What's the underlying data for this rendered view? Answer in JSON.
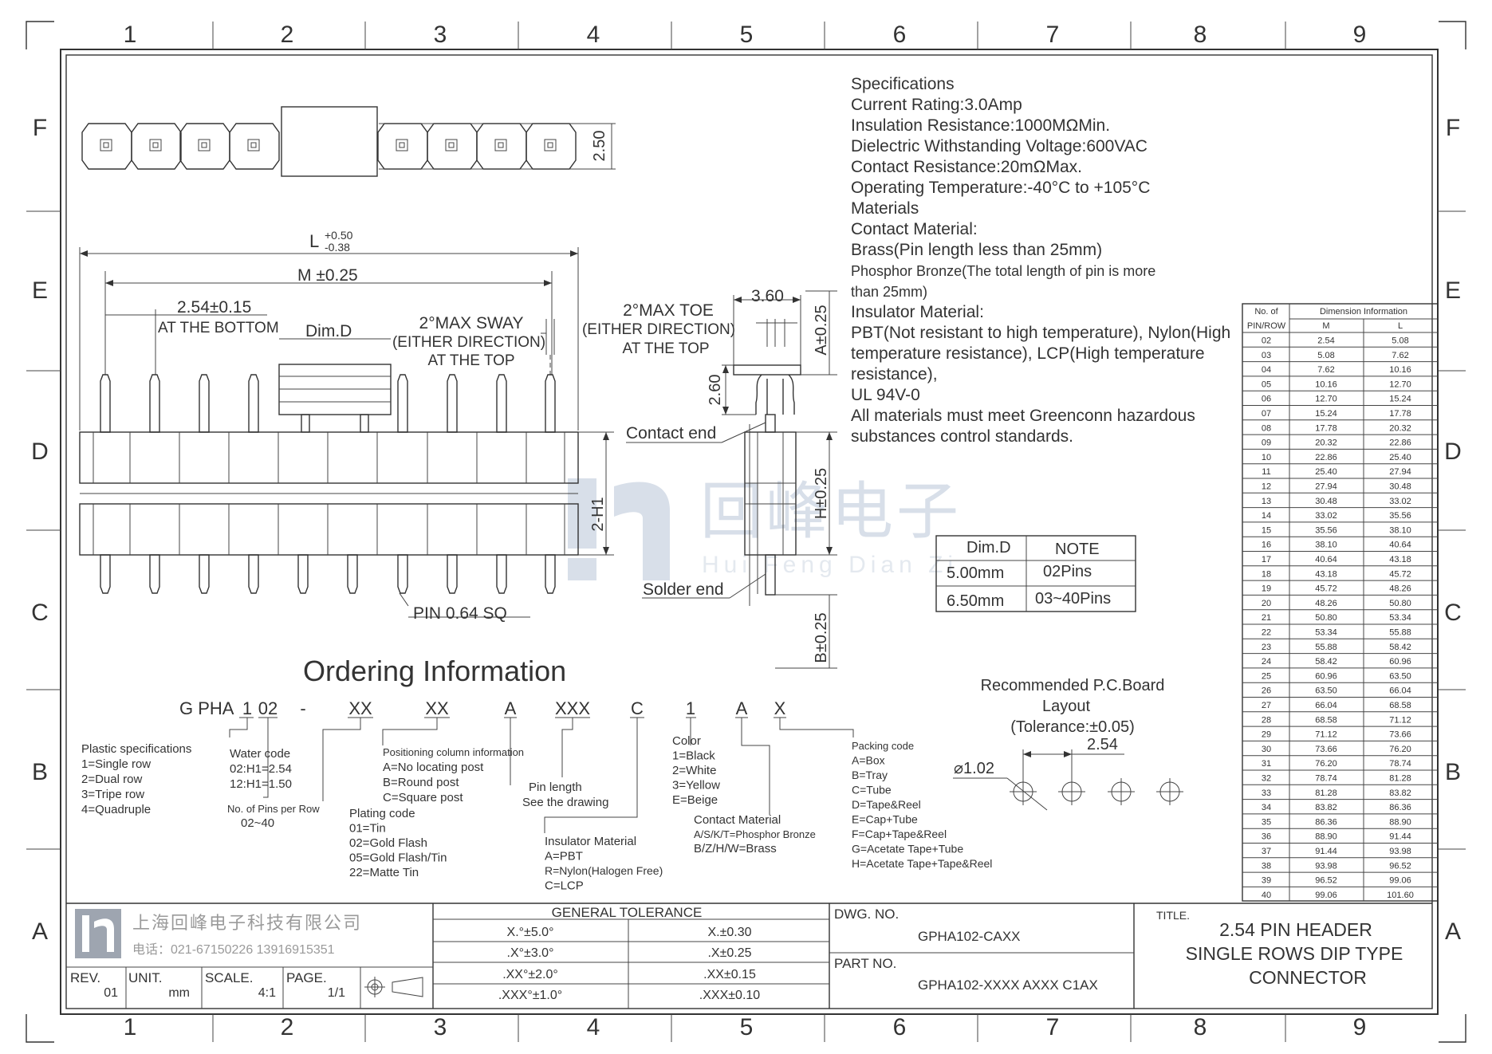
{
  "border": {
    "cols": [
      "1",
      "2",
      "3",
      "4",
      "5",
      "6",
      "7",
      "8",
      "9"
    ],
    "rows": [
      "F",
      "E",
      "D",
      "C",
      "B",
      "A"
    ]
  },
  "top_view": {
    "height_dim": "2.50"
  },
  "front_view": {
    "l_label": "L",
    "l_plus": "+0.50",
    "l_minus": "-0.38",
    "m_label": "M ±0.25",
    "pitch_label": "2.54±0.15",
    "pitch_sub": "AT THE BOTTOM",
    "dimd_label": "Dim.D",
    "sway_1": "2°MAX SWAY",
    "sway_2": "(EITHER DIRECTION)",
    "sway_3": "AT THE TOP",
    "h1_label": "2-H1",
    "pin_label": "PIN 0.64 SQ"
  },
  "side_view": {
    "toe_1": "2°MAX TOE",
    "toe_2": "(EITHER DIRECTION)",
    "toe_3": "AT THE TOP",
    "width_dim": "3.60",
    "a_dim": "A±0.25",
    "dim_260": "2.60",
    "contact_end": "Contact end",
    "h_dim": "H±0.25",
    "solder_end": "Solder end",
    "b_dim": "B±0.25"
  },
  "watermark": {
    "brand": "回峰电子",
    "sub": "Hui Feng Dian Zi"
  },
  "specs": {
    "lines": [
      "Specifications",
      "Current Rating:3.0Amp",
      "Insulation Resistance:1000MΩMin.",
      "Dielectric Withstanding Voltage:600VAC",
      "Contact Resistance:20mΩMax.",
      "Operating Temperature:-40°C to +105°C",
      "Materials",
      "Contact Material:",
      "Brass(Pin length less than 25mm)",
      "Phosphor Bronze(The total length of pin is more",
      "than 25mm)",
      "Insulator Material:",
      "PBT(Not resistant to high temperature),  Nylon(High",
      "temperature resistance), LCP(High temperature",
      "resistance),",
      "UL 94V-0",
      "All materials must meet Greenconn hazardous",
      "substances control standards."
    ]
  },
  "dimd_table": {
    "headers": [
      "Dim.D",
      "NOTE"
    ],
    "rows": [
      [
        "5.00mm",
        "02Pins"
      ],
      [
        "6.50mm",
        "03~40Pins"
      ]
    ]
  },
  "dim_table": {
    "header_no": "No. of",
    "header_pinrow": "PIN/ROW",
    "header_info": "Dimension Information",
    "header_m": "M",
    "header_l": "L",
    "rows": [
      [
        "02",
        "2.54",
        "5.08"
      ],
      [
        "03",
        "5.08",
        "7.62"
      ],
      [
        "04",
        "7.62",
        "10.16"
      ],
      [
        "05",
        "10.16",
        "12.70"
      ],
      [
        "06",
        "12.70",
        "15.24"
      ],
      [
        "07",
        "15.24",
        "17.78"
      ],
      [
        "08",
        "17.78",
        "20.32"
      ],
      [
        "09",
        "20.32",
        "22.86"
      ],
      [
        "10",
        "22.86",
        "25.40"
      ],
      [
        "11",
        "25.40",
        "27.94"
      ],
      [
        "12",
        "27.94",
        "30.48"
      ],
      [
        "13",
        "30.48",
        "33.02"
      ],
      [
        "14",
        "33.02",
        "35.56"
      ],
      [
        "15",
        "35.56",
        "38.10"
      ],
      [
        "16",
        "38.10",
        "40.64"
      ],
      [
        "17",
        "40.64",
        "43.18"
      ],
      [
        "18",
        "43.18",
        "45.72"
      ],
      [
        "19",
        "45.72",
        "48.26"
      ],
      [
        "20",
        "48.26",
        "50.80"
      ],
      [
        "21",
        "50.80",
        "53.34"
      ],
      [
        "22",
        "53.34",
        "55.88"
      ],
      [
        "23",
        "55.88",
        "58.42"
      ],
      [
        "24",
        "58.42",
        "60.96"
      ],
      [
        "25",
        "60.96",
        "63.50"
      ],
      [
        "26",
        "63.50",
        "66.04"
      ],
      [
        "27",
        "66.04",
        "68.58"
      ],
      [
        "28",
        "68.58",
        "71.12"
      ],
      [
        "29",
        "71.12",
        "73.66"
      ],
      [
        "30",
        "73.66",
        "76.20"
      ],
      [
        "31",
        "76.20",
        "78.74"
      ],
      [
        "32",
        "78.74",
        "81.28"
      ],
      [
        "33",
        "81.28",
        "83.82"
      ],
      [
        "34",
        "83.82",
        "86.36"
      ],
      [
        "35",
        "86.36",
        "88.90"
      ],
      [
        "36",
        "88.90",
        "91.44"
      ],
      [
        "37",
        "91.44",
        "93.98"
      ],
      [
        "38",
        "93.98",
        "96.52"
      ],
      [
        "39",
        "96.52",
        "99.06"
      ],
      [
        "40",
        "99.06",
        "101.60"
      ]
    ]
  },
  "ordering": {
    "title": "Ordering Information",
    "code_parts": [
      "G PHA",
      "1",
      "02",
      "-",
      "XX",
      "XX",
      "A",
      "XXX",
      "C",
      "1",
      "A",
      "X"
    ],
    "plastic": [
      "Plastic specifications",
      "1=Single row",
      "2=Dual row",
      "3=Tripe row",
      "4=Quadruple"
    ],
    "water": [
      "Water code",
      "02:H1=2.54",
      "12:H1=1.50"
    ],
    "pins": [
      "No. of Pins per Row",
      "02~40"
    ],
    "positioning": [
      "Positioning column information",
      "A=No locating post",
      "B=Round post",
      "C=Square post"
    ],
    "plating": [
      "Plating code",
      "01=Tin",
      "02=Gold Flash",
      "05=Gold Flash/Tin",
      "22=Matte Tin"
    ],
    "pinlen": [
      "Pin length",
      "See the drawing"
    ],
    "insulator": [
      "Insulator Material",
      "A=PBT",
      "R=Nylon(Halogen Free)",
      "C=LCP"
    ],
    "color": [
      "Color",
      "1=Black",
      "2=White",
      "3=Yellow",
      "E=Beige"
    ],
    "contact": [
      "Contact Material",
      "A/S/K/T=Phosphor Bronze",
      "B/Z/H/W=Brass"
    ],
    "packing": [
      "Packing code",
      "A=Box",
      "B=Tray",
      "C=Tube",
      "D=Tape&Reel",
      "E=Cap+Tube",
      "F=Cap+Tape&Reel",
      "G=Acetate Tape+Tube",
      "H=Acetate Tape+Tape&Reel"
    ]
  },
  "pcb": {
    "title_1": "Recommended P.C.Board",
    "title_2": "Layout",
    "title_3": "(Tolerance:±0.05)",
    "pitch": "2.54",
    "hole": "⌀1.02"
  },
  "title_block": {
    "company": "上海回峰电子科技有限公司",
    "phone": "电话：021-67150226   13916915351",
    "rev_label": "REV.",
    "rev_value": "01",
    "unit_label": "UNIT.",
    "unit_value": "mm",
    "scale_label": "SCALE.",
    "scale_value": "4:1",
    "page_label": "PAGE.",
    "page_value": "1/1",
    "tolerance_header": "GENERAL TOLERANCE",
    "tolerance": [
      [
        "X.°±5.0°",
        "X.±0.30"
      ],
      [
        ".X°±3.0°",
        ".X±0.25"
      ],
      [
        ".XX°±2.0°",
        ".XX±0.15"
      ],
      [
        ".XXX°±1.0°",
        ".XXX±0.10"
      ]
    ],
    "dwg_label": "DWG. NO.",
    "dwg_value": "GPHA102-CAXX",
    "part_label": "PART NO.",
    "part_value": "GPHA102-XXXX AXXX C1AX",
    "title_label": "TITLE.",
    "title_lines": [
      "2.54 PIN HEADER",
      "SINGLE ROWS DIP TYPE",
      "CONNECTOR"
    ]
  }
}
